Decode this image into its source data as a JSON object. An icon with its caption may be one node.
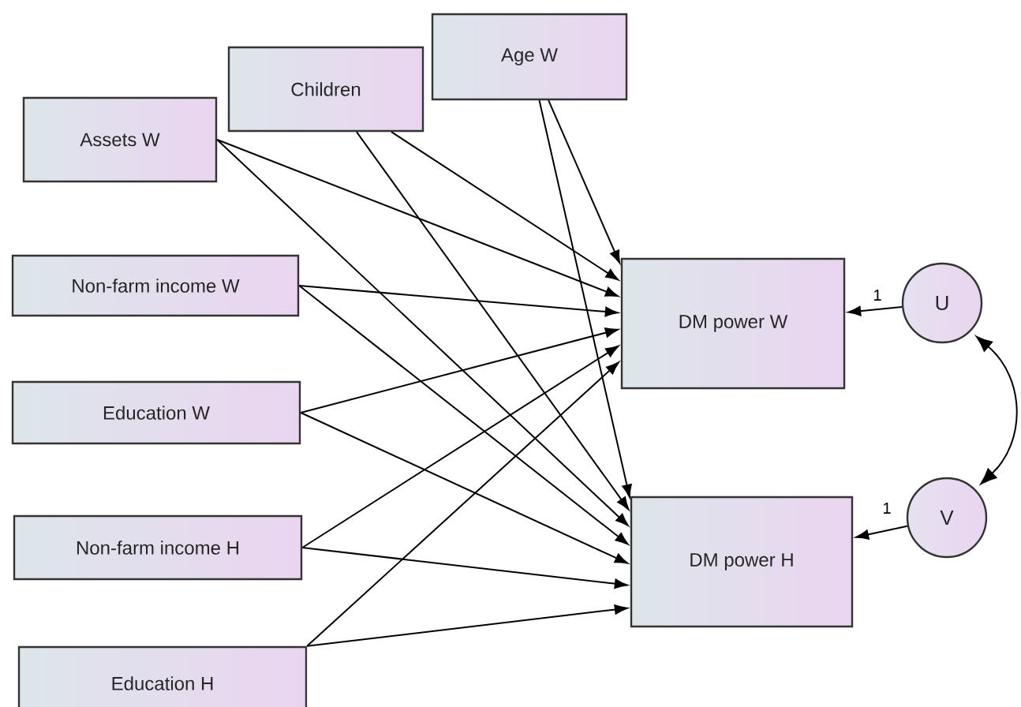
{
  "diagram": {
    "nodes": [
      {
        "text": [
          "Assets W"
        ]
      },
      {
        "text": [
          "Children"
        ]
      },
      {
        "text": [
          "Age W"
        ]
      },
      {
        "text": [
          "Non-farm income W"
        ]
      },
      {
        "text": [
          "Education W"
        ]
      },
      {
        "text": [
          "Non-farm income H"
        ]
      },
      {
        "text": [
          "Education H"
        ]
      },
      {
        "text": [
          "DM power W"
        ]
      },
      {
        "text": [
          "DM power H"
        ]
      },
      {
        "text": [
          "U"
        ]
      },
      {
        "text": [
          "V"
        ]
      }
    ],
    "edges": [
      {
        "from": 0,
        "to": 7,
        "arrow": "to"
      },
      {
        "from": 0,
        "to": 8,
        "arrow": "to"
      },
      {
        "from": 1,
        "to": 7,
        "arrow": "to"
      },
      {
        "from": 1,
        "to": 8,
        "arrow": "to"
      },
      {
        "from": 2,
        "to": 7,
        "arrow": "to"
      },
      {
        "from": 2,
        "to": 8,
        "arrow": "to"
      },
      {
        "from": 3,
        "to": 7,
        "arrow": "to"
      },
      {
        "from": 3,
        "to": 8,
        "arrow": "to"
      },
      {
        "from": 4,
        "to": 7,
        "arrow": "to"
      },
      {
        "from": 4,
        "to": 8,
        "arrow": "to"
      },
      {
        "from": 5,
        "to": 7,
        "arrow": "to"
      },
      {
        "from": 5,
        "to": 8,
        "arrow": "to"
      },
      {
        "from": 6,
        "to": 7,
        "arrow": "to"
      },
      {
        "from": 6,
        "to": 8,
        "arrow": "to"
      },
      {
        "from": 9,
        "to": 7,
        "arrow": "to",
        "label": "1"
      },
      {
        "from": 10,
        "to": 8,
        "arrow": "to",
        "label": "1"
      },
      {
        "from": 9,
        "to": 10,
        "arrow": "both"
      }
    ]
  }
}
